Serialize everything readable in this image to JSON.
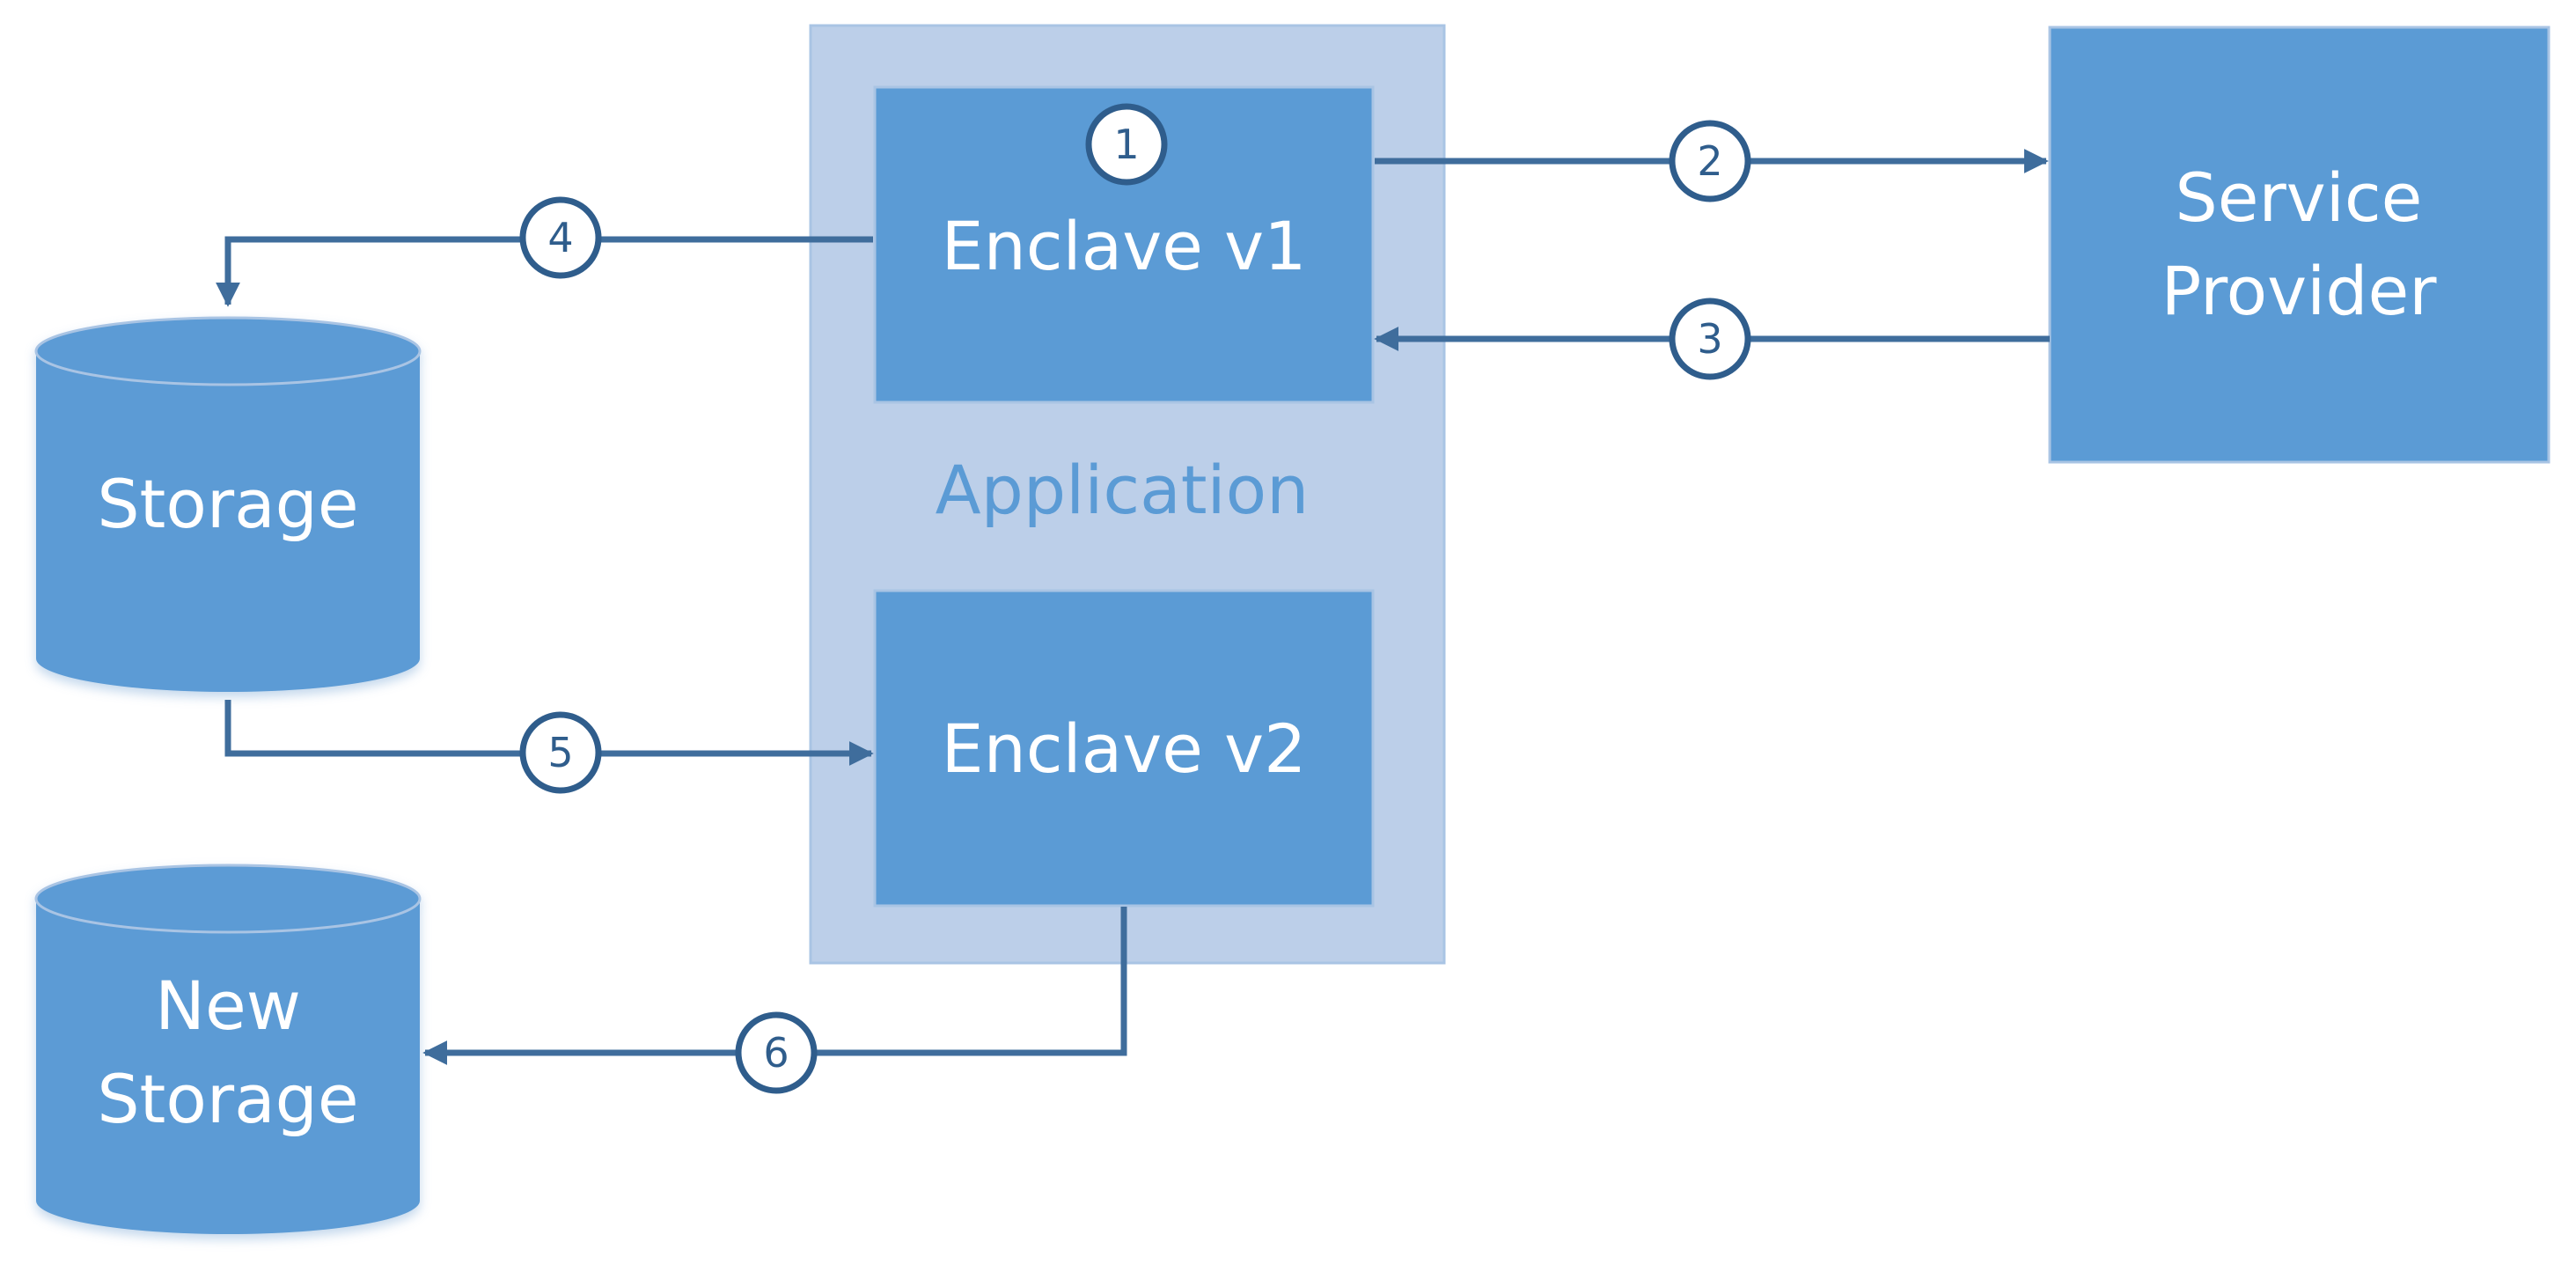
{
  "application": {
    "label": "Application"
  },
  "nodes": {
    "enclave_v1": {
      "label": "Enclave v1"
    },
    "enclave_v2": {
      "label": "Enclave v2"
    },
    "service_provider": {
      "line1": "Service",
      "line2": "Provider"
    },
    "storage": {
      "label": "Storage"
    },
    "new_storage": {
      "line1": "New",
      "line2": "Storage"
    }
  },
  "steps": [
    "1",
    "2",
    "3",
    "4",
    "5",
    "6"
  ],
  "colors": {
    "box_fill": "#5b9bd5",
    "box_stroke": "#a9c4e4",
    "group_fill": "#bccfe9",
    "group_text": "#5b9bd5",
    "arrow": "#3f6d9c",
    "badge_stroke": "#2f5d8c",
    "badge_fill": "#ffffff"
  }
}
